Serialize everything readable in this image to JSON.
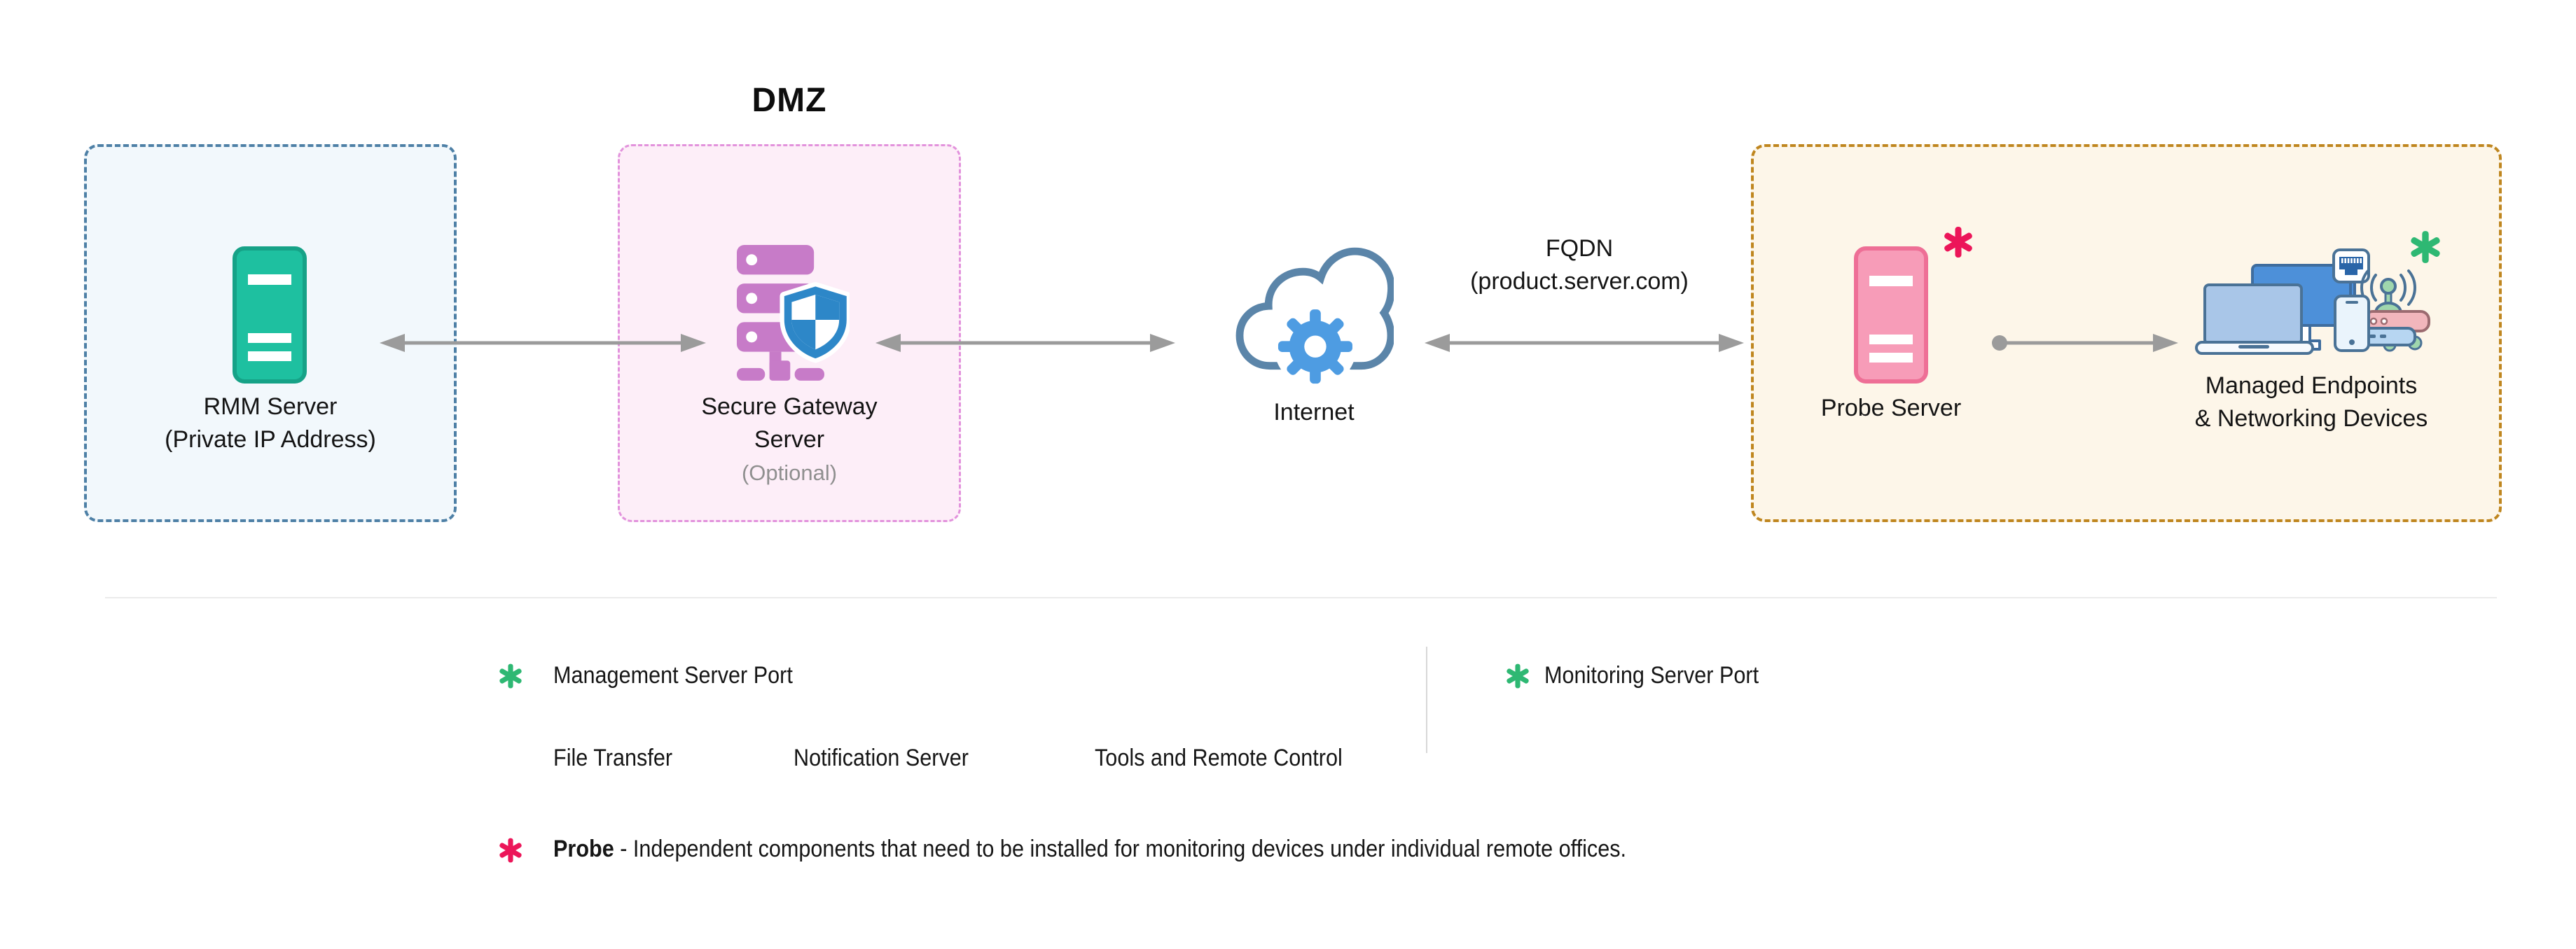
{
  "diagram": {
    "dmz_title": "DMZ",
    "rmm": {
      "name": "RMM Server",
      "detail": "(Private IP Address)"
    },
    "gateway": {
      "name_line1": "Secure Gateway",
      "name_line2": "Server",
      "detail": "(Optional)"
    },
    "internet": {
      "name": "Internet"
    },
    "fqdn": {
      "title": "FQDN",
      "detail": "(product.server.com)"
    },
    "probe": {
      "name": "Probe Server"
    },
    "endpoints": {
      "name_line1": "Managed Endpoints",
      "name_line2": "& Networking Devices"
    }
  },
  "legend": {
    "management_server_port": "Management Server Port",
    "file_transfer": "File Transfer",
    "notification_server": "Notification Server",
    "tools_and_remote_control": "Tools and Remote Control",
    "monitoring_server_port": "Monitoring Server Port",
    "probe_note_term": "Probe",
    "probe_note_text": " - Independent components that need to be installed for monitoring devices under individual remote offices."
  },
  "colors": {
    "rmm_zone_bg": "#f2f8fc",
    "rmm_zone_border": "#4e80a6",
    "rmm_server_fill": "#1ec0a0",
    "rmm_server_stroke": "#16a287",
    "dmz_zone_bg": "#fdeef8",
    "dmz_zone_border": "#e292dc",
    "gateway_server_fill": "#c77bc8",
    "shield_fill": "#2d87c8",
    "cloud_stroke": "#5b85a9",
    "gear_fill": "#4e9ce2",
    "remote_zone_bg": "#fdf6e9",
    "remote_zone_border": "#bf861f",
    "probe_server_fill": "#f79cb8",
    "probe_server_stroke": "#ee6f96",
    "asterisk_green": "#2eb873",
    "asterisk_pink": "#ec1559",
    "arrow": "#9b9b9b"
  }
}
